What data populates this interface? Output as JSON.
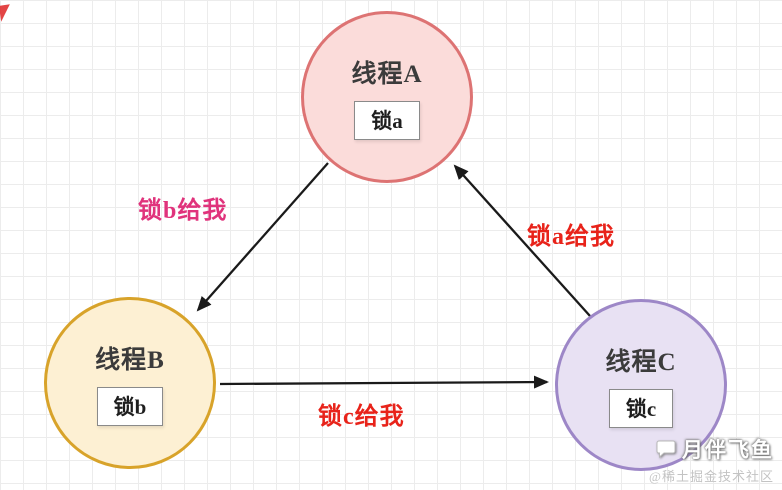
{
  "diagram": {
    "title": "thread-deadlock-cycle",
    "nodes": [
      {
        "id": "thread-a",
        "label": "线程A",
        "lock": "锁a"
      },
      {
        "id": "thread-b",
        "label": "线程B",
        "lock": "锁b"
      },
      {
        "id": "thread-c",
        "label": "线程C",
        "lock": "锁c"
      }
    ],
    "edges": [
      {
        "from": "thread-a",
        "to": "thread-b",
        "label": "锁b给我"
      },
      {
        "from": "thread-c",
        "to": "thread-a",
        "label": "锁a给我"
      },
      {
        "from": "thread-b",
        "to": "thread-c",
        "label": "锁c给我"
      }
    ],
    "colors": {
      "node_a_fill": "#fbdcda",
      "node_a_border": "#dd7373",
      "node_b_fill": "#fdf0d3",
      "node_b_border": "#d8a32a",
      "node_c_fill": "#e8e1f3",
      "node_c_border": "#9d87c7",
      "edge_label_pink": "#e0337c",
      "edge_label_red": "#e8231a",
      "arrow": "#1a1a1a"
    }
  },
  "watermark": {
    "name": "月伴飞鱼",
    "community": "@稀土掘金技术社区"
  }
}
